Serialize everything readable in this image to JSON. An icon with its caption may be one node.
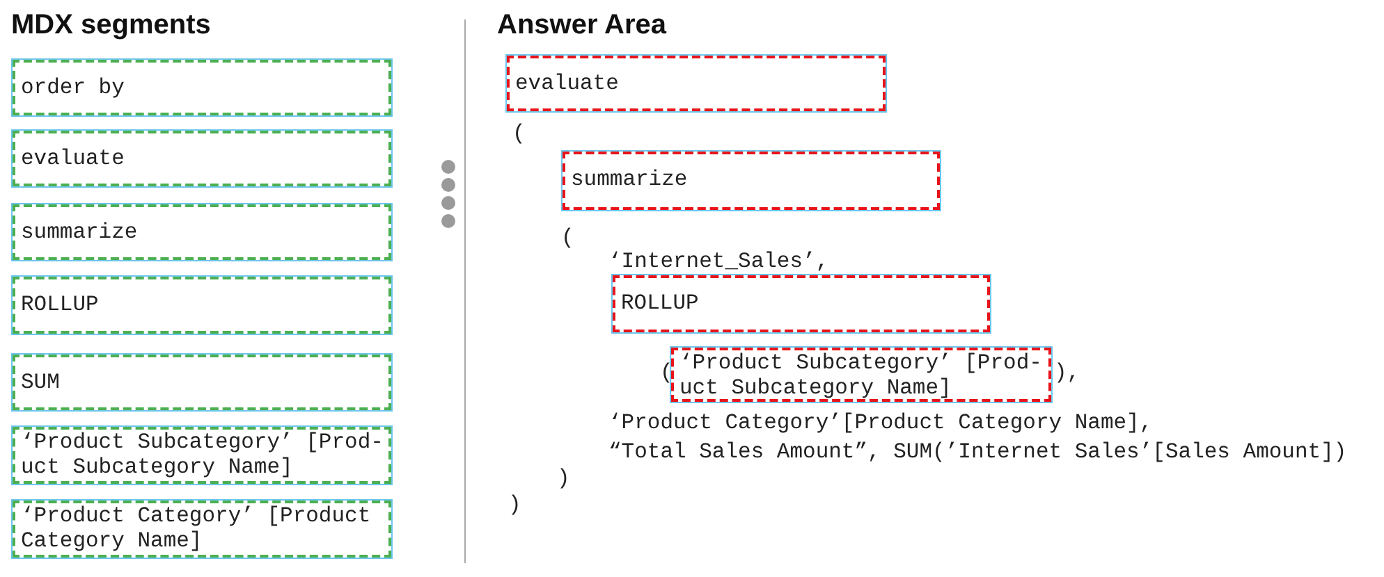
{
  "diagram": {
    "nodes": [
      {
        "text": [
          "order by"
        ]
      },
      {
        "text": [
          "evaluate"
        ]
      },
      {
        "text": [
          "summarize"
        ]
      },
      {
        "text": [
          "ROLLUP"
        ]
      },
      {
        "text": [
          "SUM"
        ]
      },
      {
        "text": [
          "‘Product Subcategory’ [Prod- uct Subcategory Name]"
        ]
      },
      {
        "text": [
          "‘Product Category’ [Product Category Name]"
        ]
      },
      {
        "text": [
          "evaluate"
        ]
      },
      {
        "text": [
          "summarize"
        ]
      },
      {
        "text": [
          "ROLLUP"
        ]
      },
      {
        "text": [
          "‘Product Subcategory’ [Prod- uct Subcategory Name]"
        ]
      }
    ],
    "labels": [
      "MDX segments",
      "Answer Area",
      "(",
      "(",
      "‘Internet_Sales’,",
      "(",
      "),",
      "‘Product Category’[Product Category Name],",
      "“Total Sales Amount”, SUM(’Internet Sales’[Sales Amount])",
      ")",
      ")"
    ]
  }
}
